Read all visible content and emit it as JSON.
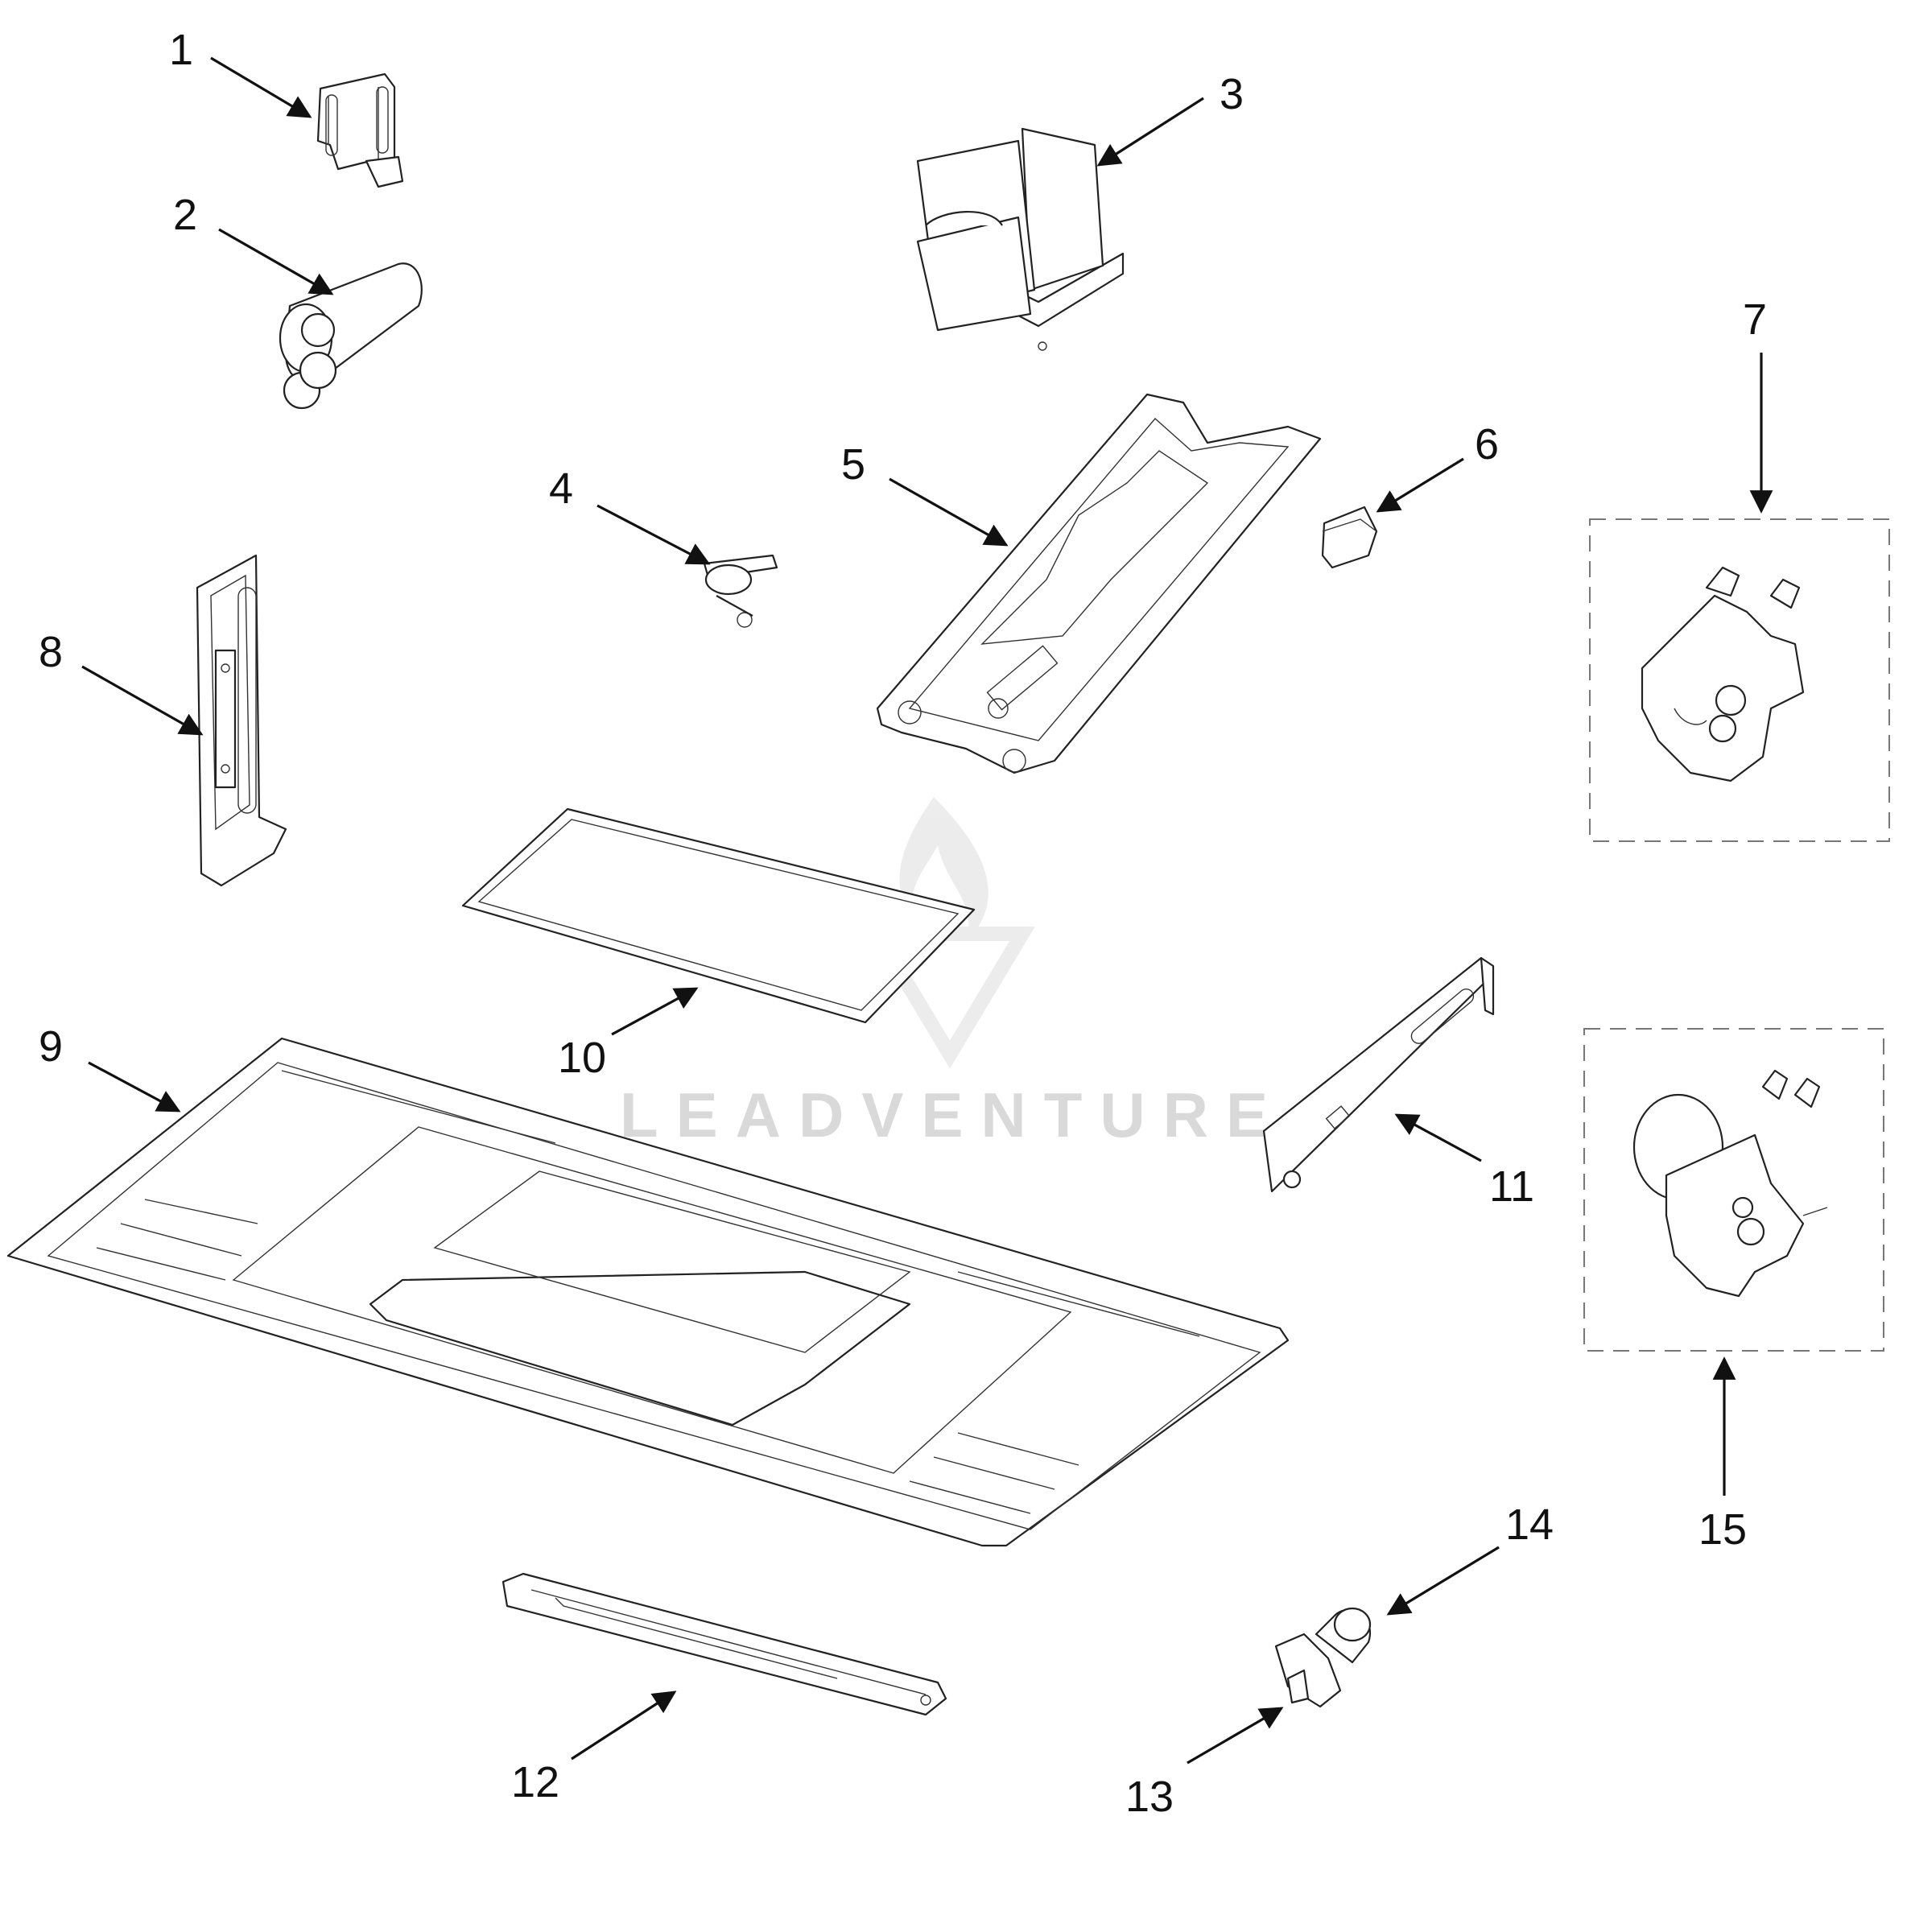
{
  "watermark": {
    "text": "LEADVENTURE"
  },
  "callouts": [
    {
      "id": "1",
      "label": "1"
    },
    {
      "id": "2",
      "label": "2"
    },
    {
      "id": "3",
      "label": "3"
    },
    {
      "id": "4",
      "label": "4"
    },
    {
      "id": "5",
      "label": "5"
    },
    {
      "id": "6",
      "label": "6"
    },
    {
      "id": "7",
      "label": "7"
    },
    {
      "id": "8",
      "label": "8"
    },
    {
      "id": "9",
      "label": "9"
    },
    {
      "id": "10",
      "label": "10"
    },
    {
      "id": "11",
      "label": "11"
    },
    {
      "id": "12",
      "label": "12"
    },
    {
      "id": "13",
      "label": "13"
    },
    {
      "id": "14",
      "label": "14"
    },
    {
      "id": "15",
      "label": "15"
    }
  ]
}
